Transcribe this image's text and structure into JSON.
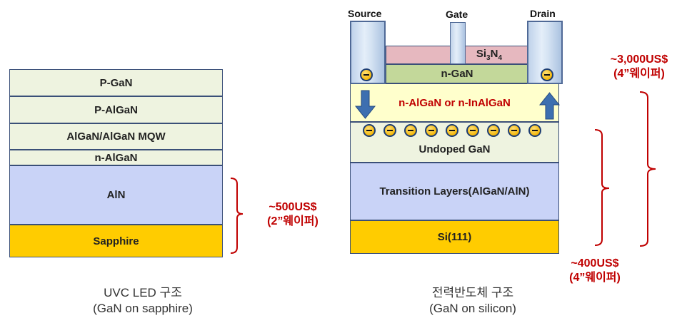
{
  "left_structure": {
    "layers": [
      "P-GaN",
      "P-AlGaN",
      "AlGaN/AlGaN  MQW",
      "n-AlGaN",
      "AlN",
      "Sapphire"
    ],
    "price": "~500US$",
    "price_note": "(2”웨이퍼)",
    "caption_title": "UVC LED 구조",
    "caption_sub": "(GaN on sapphire)"
  },
  "right_structure": {
    "terminals": {
      "source": "Source",
      "gate": "Gate",
      "drain": "Drain"
    },
    "passivation": {
      "prefix": "Si",
      "sub1": "3",
      "mid": "N",
      "sub2": "4"
    },
    "cap_layer": "n-GaN",
    "barrier": "n-AlGaN or n-InAlGaN",
    "undoped": "Undoped  GaN",
    "transition": "Transition Layers(AlGaN/AlN)",
    "substrate": "Si(111)",
    "price_top": "~3,000US$",
    "price_top_note": "(4”웨이퍼)",
    "price_bottom": "~400US$",
    "price_bottom_note": "(4”웨이퍼)",
    "caption_title": "전력반도체 구조",
    "caption_sub": "(GaN on silicon)"
  },
  "colors": {
    "pale_layer": "#eef3e0",
    "blue_layer": "#c9d3f7",
    "substrate": "#ffcc00",
    "barrier": "#ffffcc",
    "passivation": "#e6b8bf",
    "cap": "#c3d89a",
    "price_red": "#c00000",
    "bracket_red": "#c00000",
    "arrow_blue": "#3d6fb0"
  }
}
